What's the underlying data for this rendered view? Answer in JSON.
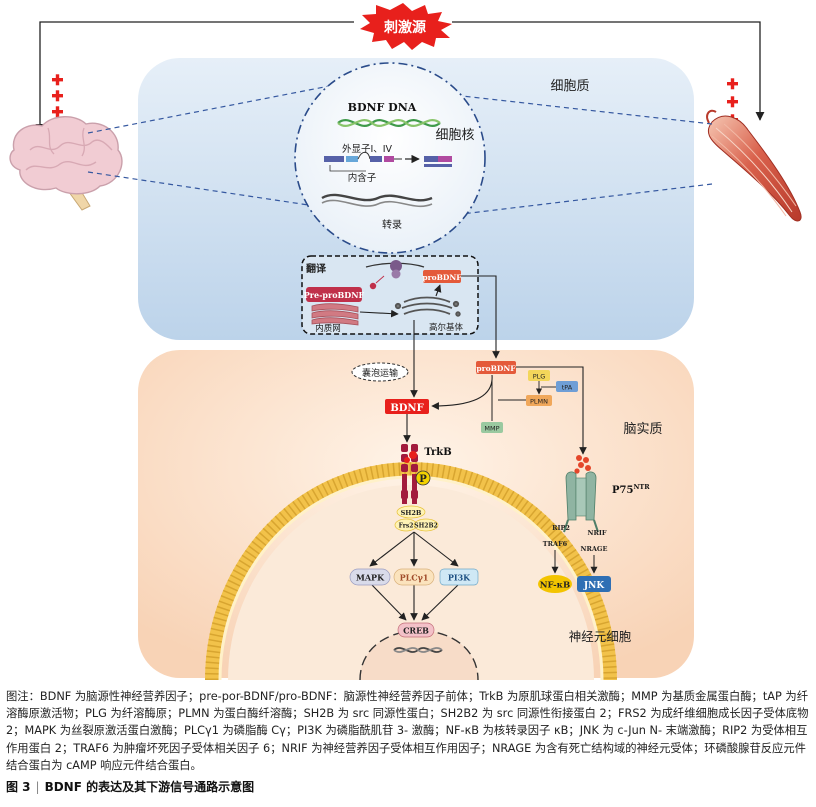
{
  "colors": {
    "stimulus": "#e8201c",
    "bdnf_red": "#e8201c",
    "cytoplasm": "#cfe0f0",
    "brain_paren": "#fbe3cf",
    "membrane": "#f2c24a",
    "trkb": "#a21b3d",
    "p75": "#8fb4a2",
    "nfkb": "#f3c400",
    "jnk": "#2f6fb4",
    "mapk": "#d9dbea",
    "plcg": "#fbe3bd",
    "pi3k": "#cfe8f5"
  },
  "labels": {
    "stimulus": "刺激源",
    "cytoplasm": "细胞质",
    "nucleus": "细胞核",
    "bdnf_dna": "BDNF DNA",
    "exon": "外显子I、IV",
    "intron": "内含子",
    "transcription": "转录",
    "translation": "翻译",
    "pre_probdnf": "Pre-proBDNF",
    "probdnf": "proBDNF",
    "er": "内质网",
    "golgi": "高尔基体",
    "vesicle": "囊泡运输",
    "probdnf2": "proBDNF",
    "plg": "PLG",
    "tpa": "tPA",
    "plmn": "PLMN",
    "mmp": "MMP",
    "bdnf": "BDNF",
    "trkb": "TrkB",
    "p": "P",
    "brain_paren": "脑实质",
    "p75": "P75",
    "p75_sup": "NTR",
    "sh2b": "SH2B",
    "frs2": "Frs2",
    "sh2b2": "SH2B2",
    "rip2": "RIP2",
    "nrif": "NRIF",
    "traf6": "TRAF6",
    "nrage": "NRAGE",
    "nfkb": "NF-κB",
    "jnk": "JNK",
    "mapk": "MAPK",
    "plcg": "PLCγ1",
    "pi3k": "PI3K",
    "creb": "CREB",
    "neuron": "神经元细胞"
  },
  "caption": "图注：BDNF 为脑源性神经营养因子；pre-por-BDNF/pro-BDNF：脑源性神经营养因子前体；TrkB 为原肌球蛋白相关激酶；MMP 为基质金属蛋白酶；tAP 为纤溶酶原激活物；PLG 为纤溶酶原；PLMN 为蛋白酶纤溶酶；SH2B 为 src 同源性蛋白；SH2B2 为 src 同源性衔接蛋白 2；FRS2 为成纤维细胞成长因子受体底物 2；MAPK 为丝裂原激活蛋白激酶；PLCγ1 为磷脂酶 Cγ；PI3K 为磷脂酰肌苷 3- 激酶；NF-κB 为核转录因子 κB；JNK 为 c-Jun N- 末端激酶；RIP2 为受体相互作用蛋白 2；TRAF6 为肿瘤坏死因子受体相关因子 6；NRIF 为神经营养因子受体相互作用因子；NRAGE 为含有死亡结构域的神经元受体；环磷酸腺苷反应元件结合蛋白为 cAMP 响应元件结合蛋白。",
  "figure_number": "图 3",
  "figure_title": "BDNF 的表达及其下游信号通路示意图"
}
